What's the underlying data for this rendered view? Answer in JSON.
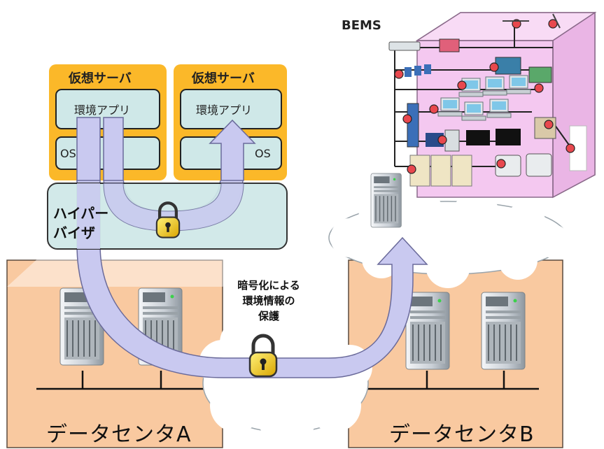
{
  "datacenter_a": {
    "label": "データセンタA"
  },
  "datacenter_b": {
    "label": "データセンタB"
  },
  "vm_left": {
    "title": "仮想サーバ",
    "app": "環境アプリ",
    "os": "OS"
  },
  "vm_right": {
    "title": "仮想サーバ",
    "app": "環境アプリ",
    "os": "OS"
  },
  "hypervisor": {
    "line1": "ハイパー",
    "line2": "バイザ"
  },
  "encryption": {
    "line1": "暗号化による",
    "line2": "環境情報の",
    "line3": "保護"
  },
  "bems": {
    "label": "BEMS"
  },
  "colors": {
    "datacenter_fill": "#f9c9a0",
    "vm_frame": "#fbb829",
    "box_fill": "#cfe8e8",
    "arrow_fill": "#c9c9f0",
    "building_fill": "#f4c8f0",
    "lock_gold": "#e8c21a"
  }
}
